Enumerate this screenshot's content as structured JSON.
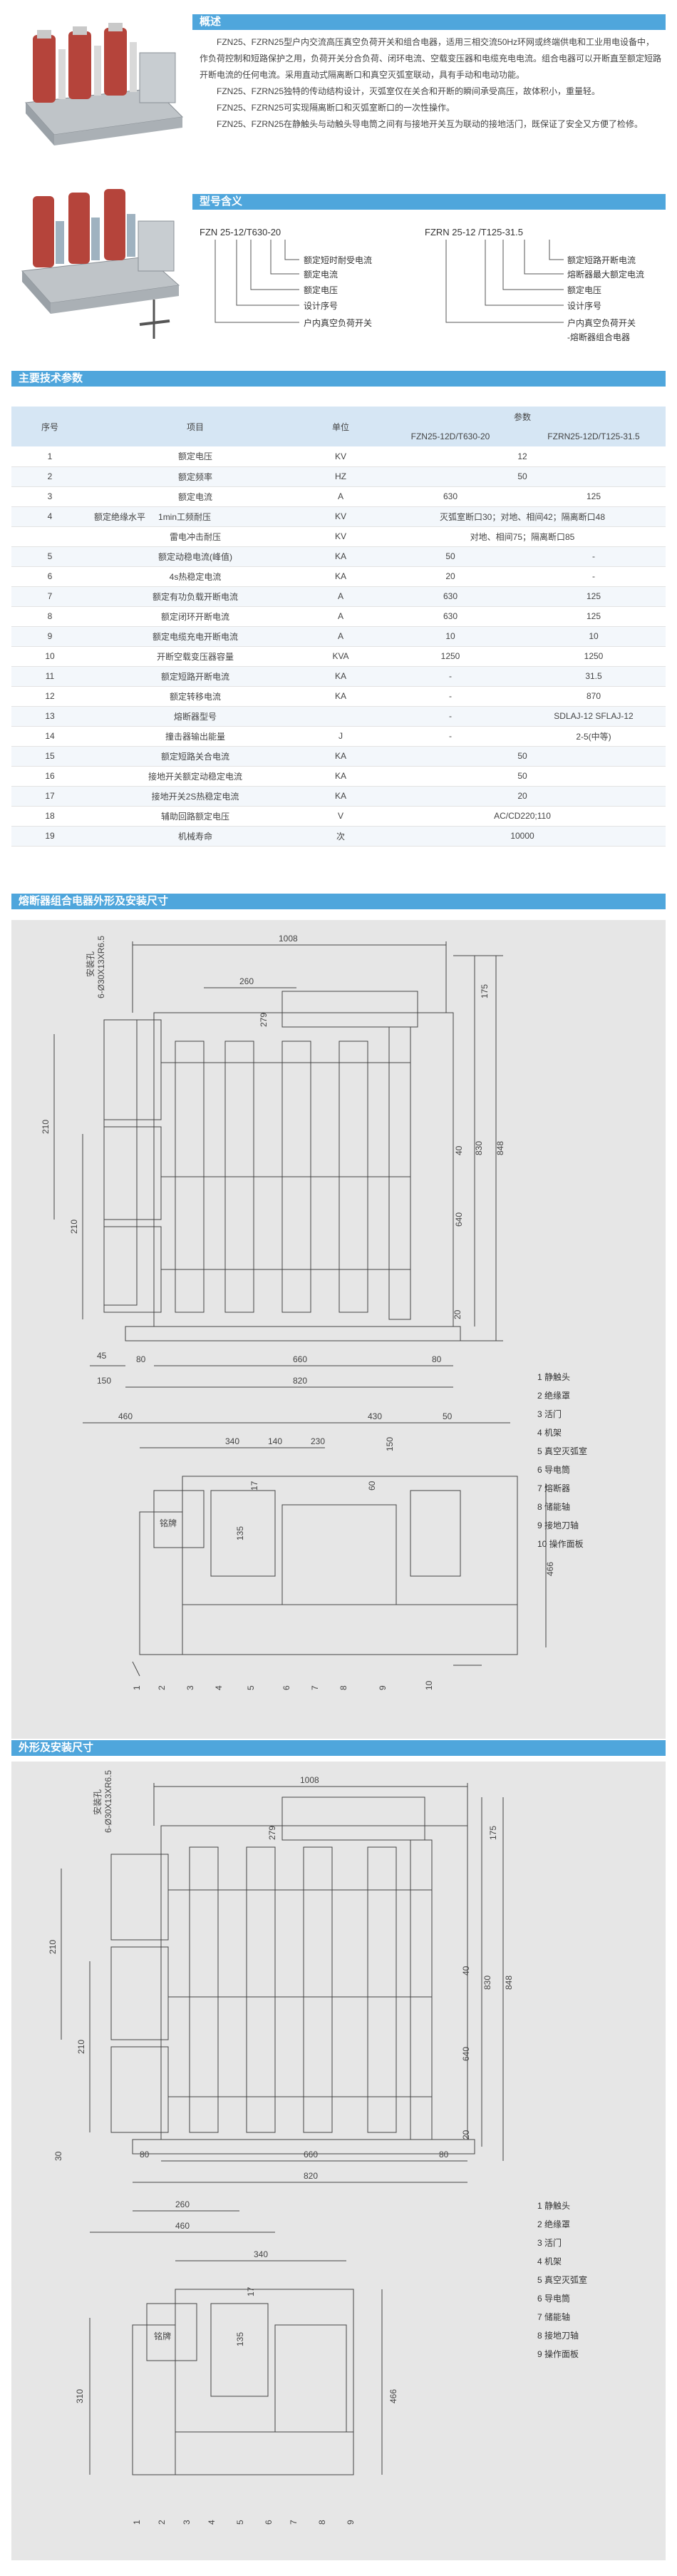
{
  "overview": {
    "title": "概述",
    "paragraphs": [
      "FZN25、FZRN25型户内交流高压真空负荷开关和组合电器，适用三相交流50Hz环网或终端供电和工业用电设备中，作负荷控制和短路保护之用，负荷开关分合负荷、闭环电流、空载变压器和电缆充电电流。组合电器可以开断直至额定短路开断电流的任何电流。采用直动式隔离断口和真空灭弧室联动，具有手动和电动功能。",
      "FZN25、FZRN25独特的传动结构设计，灭弧室仅在关合和开断的瞬间承受高压，故体积小，重量轻。",
      "FZN25、FZRN25可实现隔离断口和灭弧室断口的一次性操作。",
      "FZN25、FZRN25在静触头与动触头导电筒之间有与接地开关互为联动的接地活门，既保证了安全又方便了检修。"
    ]
  },
  "model_meaning": {
    "title": "型号含义",
    "left": {
      "code": "FZN  25-12/T630-20",
      "labels": [
        "额定短时耐受电流",
        "额定电流",
        "额定电压",
        "设计序号",
        "户内真空负荷开关"
      ]
    },
    "right": {
      "code": "FZRN  25-12  /T125-31.5",
      "labels": [
        "额定短路开断电流",
        "熔断器最大额定电流",
        "额定电压",
        "设计序号",
        "户内真空负荷开关",
        "-熔断器组合电器"
      ]
    }
  },
  "spec": {
    "title": "主要技术参数",
    "headers": {
      "no": "序号",
      "item": "项目",
      "unit": "单位",
      "params": "参数",
      "col1": "FZN25-12D/T630-20",
      "col2": "FZRN25-12D/T125-31.5"
    },
    "rows": [
      {
        "no": "1",
        "item": "额定电压",
        "unit": "KV",
        "merged": "12"
      },
      {
        "no": "2",
        "item": "额定频率",
        "unit": "HZ",
        "merged": "50"
      },
      {
        "no": "3",
        "item": "额定电流",
        "unit": "A",
        "v1": "630",
        "v2": "125"
      },
      {
        "no": "4",
        "item": "1min工频耐压",
        "unit": "KV",
        "merged": "灭弧室断口30；对地、相间42；隔离断口48",
        "group": "额定绝缘水平"
      },
      {
        "no": "",
        "item": "雷电冲击耐压",
        "unit": "KV",
        "merged": "对地、相间75；隔离断口85"
      },
      {
        "no": "5",
        "item": "额定动稳电流(峰值)",
        "unit": "KA",
        "v1": "50",
        "v2": "-"
      },
      {
        "no": "6",
        "item": "4s热稳定电流",
        "unit": "KA",
        "v1": "20",
        "v2": "-"
      },
      {
        "no": "7",
        "item": "额定有功负载开断电流",
        "unit": "A",
        "v1": "630",
        "v2": "125"
      },
      {
        "no": "8",
        "item": "额定闭环开断电流",
        "unit": "A",
        "v1": "630",
        "v2": "125"
      },
      {
        "no": "9",
        "item": "额定电缆充电开断电流",
        "unit": "A",
        "v1": "10",
        "v2": "10"
      },
      {
        "no": "10",
        "item": "开断空载变压器容量",
        "unit": "KVA",
        "v1": "1250",
        "v2": "1250"
      },
      {
        "no": "11",
        "item": "额定短路开断电流",
        "unit": "KA",
        "v1": "-",
        "v2": "31.5"
      },
      {
        "no": "12",
        "item": "额定转移电流",
        "unit": "KA",
        "v1": "-",
        "v2": "870"
      },
      {
        "no": "13",
        "item": "熔断器型号",
        "unit": "",
        "v1": "-",
        "v2": "SDLAJ-12 SFLAJ-12"
      },
      {
        "no": "14",
        "item": "撞击器输出能量",
        "unit": "J",
        "v1": "-",
        "v2": "2-5(中等)"
      },
      {
        "no": "15",
        "item": "额定短路关合电流",
        "unit": "KA",
        "merged": "50"
      },
      {
        "no": "16",
        "item": "接地开关额定动稳定电流",
        "unit": "KA",
        "merged": "50"
      },
      {
        "no": "17",
        "item": "接地开关2S热稳定电流",
        "unit": "KA",
        "merged": "20"
      },
      {
        "no": "18",
        "item": "辅助回路额定电压",
        "unit": "V",
        "merged": "AC/CD220;110"
      },
      {
        "no": "19",
        "item": "机械寿命",
        "unit": "次",
        "merged": "10000"
      }
    ]
  },
  "drawing1": {
    "title": "熔断器组合电器外形及安装尺寸",
    "front": {
      "dims": [
        "1008",
        "260",
        "安装孔",
        "6-Ø30X13XR6.5",
        "279",
        "175",
        "40",
        "210",
        "210",
        "830",
        "848",
        "640",
        "20",
        "45",
        "80",
        "660",
        "80",
        "820",
        "150"
      ]
    },
    "side": {
      "dims": [
        "460",
        "430",
        "50",
        "340",
        "140",
        "230",
        "150",
        "60",
        "135",
        "17",
        "466",
        "铭牌"
      ],
      "numbers": [
        "1",
        "2",
        "3",
        "4",
        "5",
        "6",
        "7",
        "8",
        "9",
        "10"
      ],
      "legend": [
        "1 静触头",
        "2 绝缘罩",
        "3 活门",
        "4 机架",
        "5 真空灭弧室",
        "6 导电筒",
        "7 熔断器",
        "8 储能轴",
        "9 接地刀轴",
        "10 操作面板"
      ]
    }
  },
  "drawing2": {
    "title": "外形及安装尺寸",
    "front": {
      "dims": [
        "1008",
        "安装孔",
        "6-Ø30X13XR6.5",
        "279",
        "175",
        "40",
        "210",
        "210",
        "830",
        "848",
        "640",
        "20",
        "80",
        "660",
        "80",
        "820",
        "30"
      ]
    },
    "side": {
      "dims": [
        "260",
        "460",
        "340",
        "17",
        "135",
        "310",
        "466",
        "铭牌"
      ],
      "numbers": [
        "1",
        "2",
        "3",
        "4",
        "5",
        "6",
        "7",
        "8",
        "9"
      ],
      "legend": [
        "1 静触头",
        "2 绝缘罩",
        "3 活门",
        "4 机架",
        "5 真空灭弧室",
        "6 导电筒",
        "7 储能轴",
        "8 接地刀轴",
        "9 操作面板"
      ]
    }
  }
}
